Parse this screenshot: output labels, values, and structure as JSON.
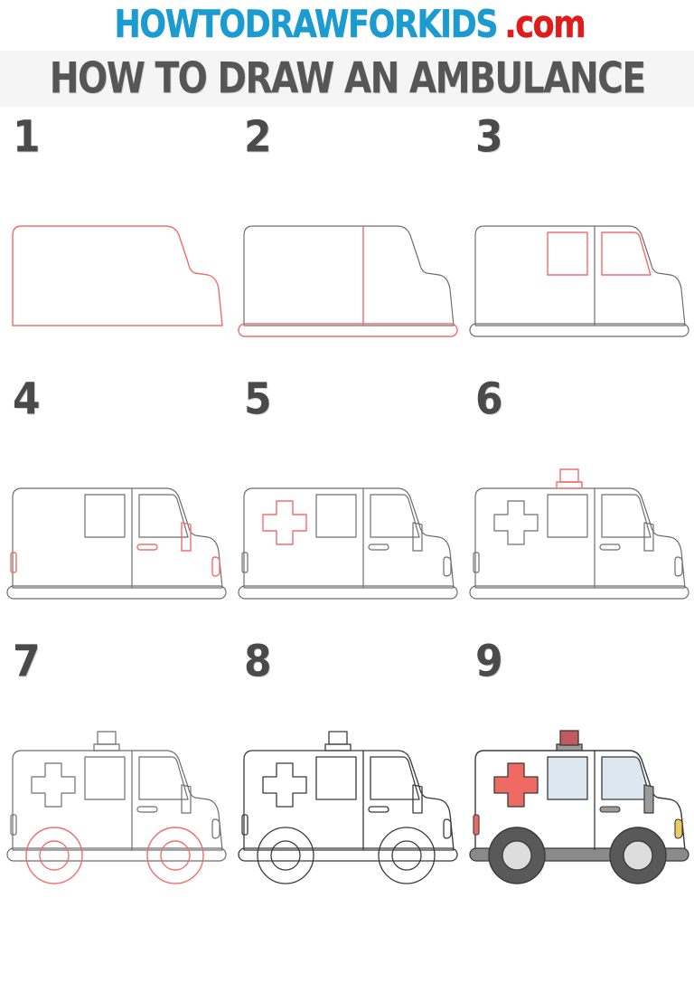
{
  "site": {
    "logo_main": "HOWTODRAWFORKIDS",
    "logo_tld": ".com",
    "logo_blue_color": "#1B9BD0",
    "logo_red_color": "#E01B1B"
  },
  "header": {
    "title": "HOW TO DRAW AN AMBULANCE",
    "title_color": "#565656",
    "band_color": "#F5F5F5"
  },
  "tutorial": {
    "subject": "ambulance",
    "total_steps": 9,
    "new_stroke_color": "#F26D6D",
    "existing_stroke_color": "#6E6E6E",
    "final_outline_color": "#3A3A3A",
    "steps": [
      {
        "number": "1",
        "new_parts": "body outline"
      },
      {
        "number": "2",
        "new_parts": "cab divider line and bottom bumper"
      },
      {
        "number": "3",
        "new_parts": "rear window and windshield"
      },
      {
        "number": "4",
        "new_parts": "door handle, side mirror, rear light, front light"
      },
      {
        "number": "5",
        "new_parts": "medical cross emblem"
      },
      {
        "number": "6",
        "new_parts": "roof siren light"
      },
      {
        "number": "7",
        "new_parts": "two wheels"
      },
      {
        "number": "8",
        "new_parts": "completed outline"
      },
      {
        "number": "9",
        "new_parts": "colored ambulance"
      }
    ]
  },
  "palette": {
    "body_white": "#FFFFFF",
    "cross_red": "#EF6A62",
    "window_blue": "#DCE7F0",
    "tire_dark_gray": "#595959",
    "hub_light_gray": "#DDDDDD",
    "bumper_gray": "#8A8A8A",
    "siren_red": "#C1595E",
    "siren_base_gray": "#9B9B9B",
    "headlight_yellow": "#EDCB5E",
    "mirror_gray": "#9B9B9B",
    "handle_gray": "#9B9B9B"
  }
}
